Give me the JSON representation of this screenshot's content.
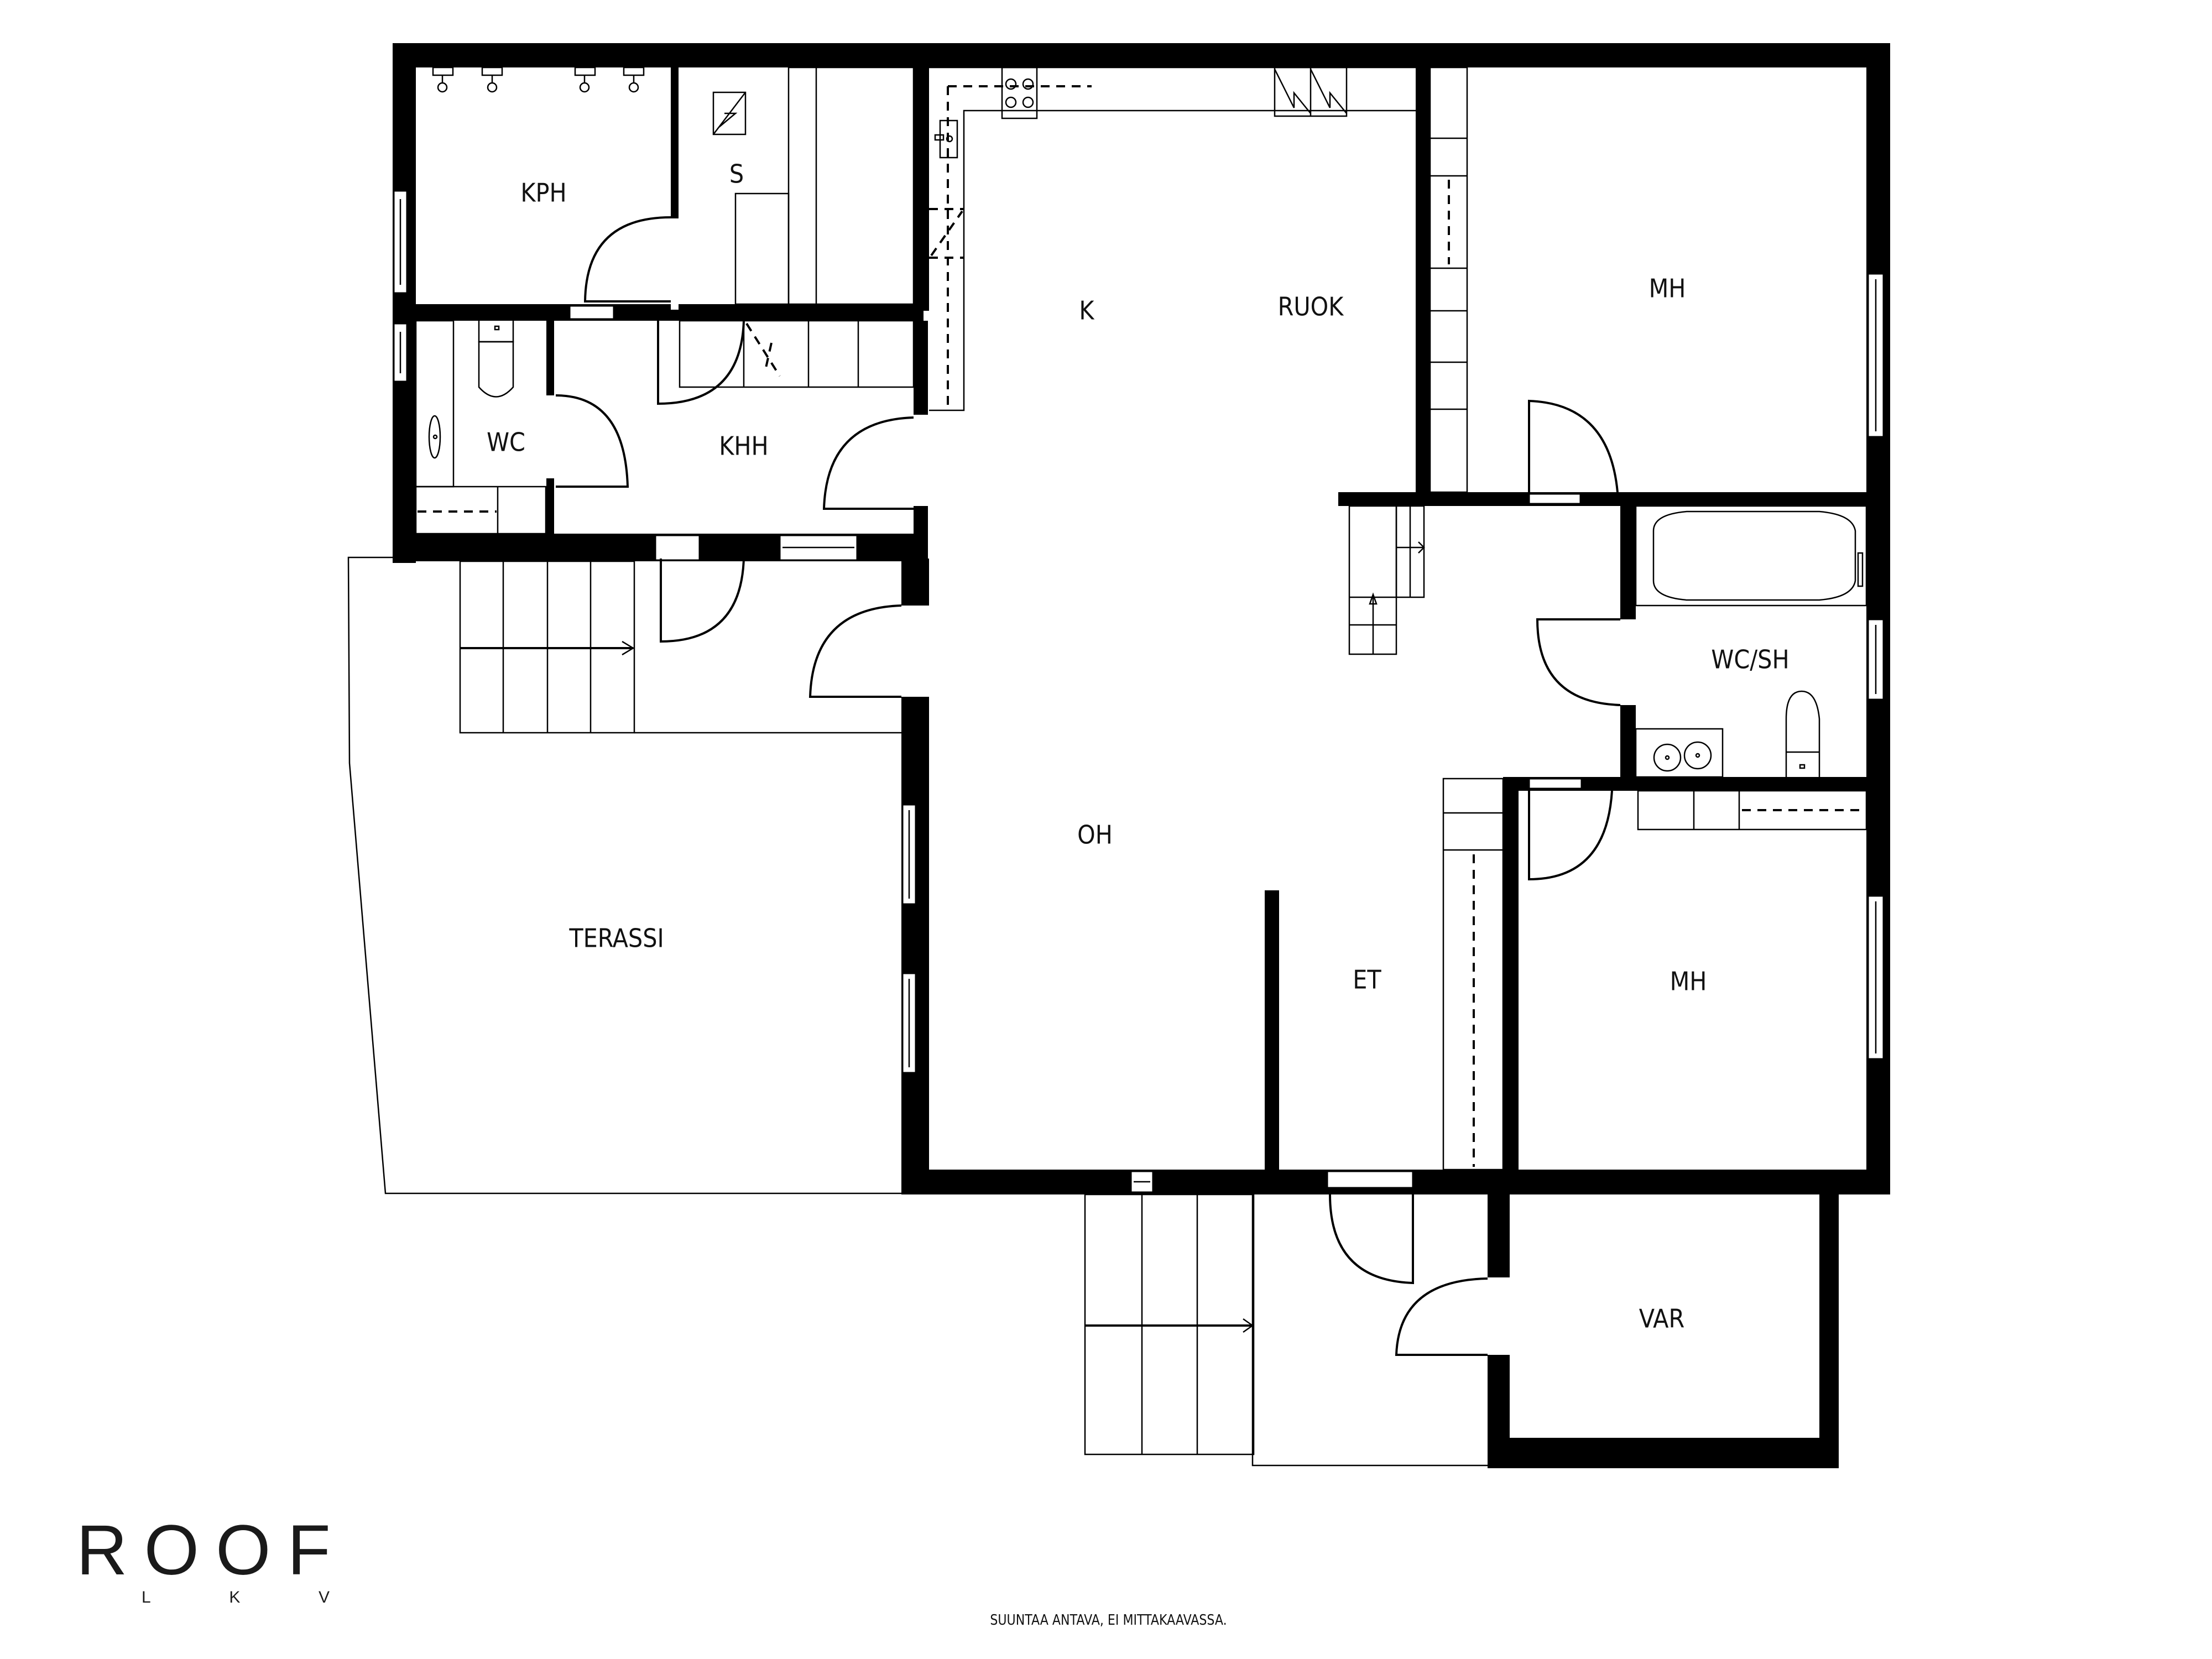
{
  "rooms": {
    "kph": "KPH",
    "sauna": "S",
    "wc": "WC",
    "khh": "KHH",
    "kitchen": "K",
    "dining": "RUOK",
    "bedroom_top": "MH",
    "wc_sh": "WC/SH",
    "living": "OH",
    "terrace": "TERASSI",
    "entrance": "ET",
    "bedroom_bottom": "MH",
    "storage": "VAR"
  },
  "logo": {
    "main": "ROOF",
    "sub": [
      "L",
      "K",
      "V"
    ]
  },
  "footer": {
    "disclaimer": "SUUNTAA ANTAVA, EI MITTAKAAVASSA."
  },
  "symbols": [
    "stove-icon",
    "sauna-heater-icon",
    "sink-icon",
    "toilet-icon",
    "bathtub-icon",
    "shower-icon",
    "stairs-icon",
    "door-swing",
    "window"
  ],
  "colors": {
    "wall": "#000000",
    "background": "#ffffff",
    "text": "#111111"
  }
}
